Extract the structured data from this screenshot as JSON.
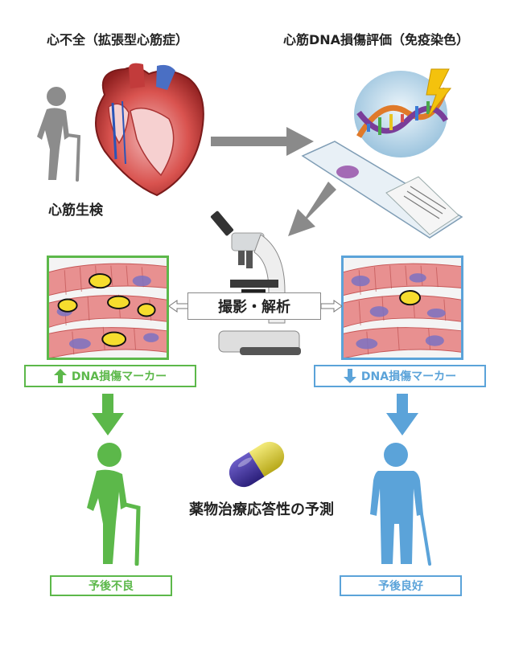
{
  "headings": {
    "left_top": "心不全（拡張型心筋症）",
    "right_top": "心筋DNA損傷評価（免疫染色）",
    "biopsy": "心筋生検"
  },
  "analysis_label": "撮影・解析",
  "marker_left": {
    "arrow": "up",
    "text": "DNA損傷マーカー"
  },
  "marker_right": {
    "arrow": "down",
    "text": "DNA損傷マーカー"
  },
  "prediction_label": "薬物治療応答性の予測",
  "outcome_left": "予後不良",
  "outcome_right": "予後良好",
  "colors": {
    "green": "#5cb84a",
    "blue": "#5ba3d9",
    "arrow_gray": "#8a8a8a",
    "person_gray": "#8c8c8c"
  },
  "icons": {
    "elderly_person": "walking-cane-person-icon",
    "heart": "heart-cross-section-icon",
    "dna": "dna-helix-lightning-icon",
    "slide": "microscope-slide-icon",
    "microscope": "microscope-icon",
    "capsule": "capsule-icon"
  }
}
